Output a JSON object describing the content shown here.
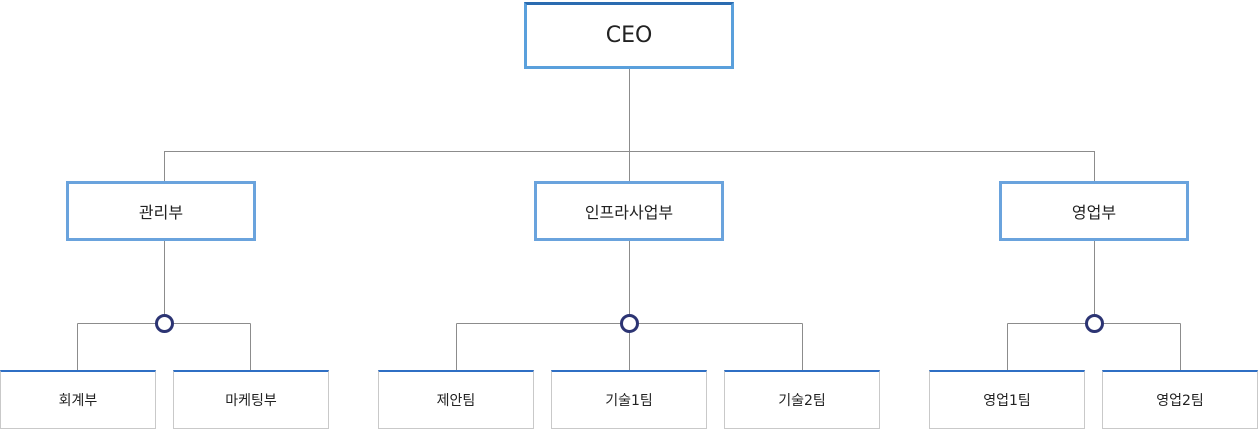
{
  "ceo": "CEO",
  "departments": [
    {
      "name": "관리부",
      "teams": [
        "회계부",
        "마케팅부"
      ]
    },
    {
      "name": "인프라사업부",
      "teams": [
        "제안팀",
        "기술1팀",
        "기술2팀"
      ]
    },
    {
      "name": "영업부",
      "teams": [
        "영업1팀",
        "영업2팀"
      ]
    }
  ],
  "colors": {
    "box_border": "#6aa3dd",
    "team_top": "#2f6fc4",
    "node": "#2c3473",
    "line": "#8c8c8c"
  }
}
